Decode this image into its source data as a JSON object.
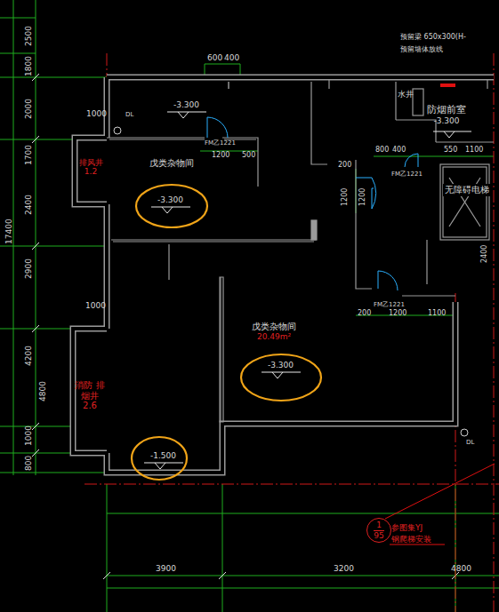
{
  "diagram": {
    "nodes": [
      {
        "text": [
          "戊类杂物间"
        ]
      },
      {
        "text": [
          "戊类杂物间",
          "20.49m²"
        ]
      },
      {
        "text": [
          "排风井",
          "1.2"
        ]
      },
      {
        "text": [
          "消防 排烟井",
          "2.6"
        ]
      },
      {
        "text": [
          "水井"
        ]
      },
      {
        "text": [
          "防烟前室",
          "-3.300"
        ]
      },
      {
        "text": [
          "无障碍电梯"
        ]
      },
      {
        "text": [
          "1",
          "95"
        ]
      }
    ],
    "labels": [
      "17400",
      "2500",
      "1800",
      "2000",
      "1700",
      "2400",
      "2900",
      "4200",
      "1000",
      "800",
      "600",
      "400",
      "预留梁 650x300(H-",
      "预留墙体放线",
      "-3.300",
      "1000",
      "DL",
      "FM乙1221",
      "1200",
      "500",
      "-3.300",
      "800",
      "400",
      "550",
      "1100",
      "FM乙1221",
      "200",
      "1200",
      "1200",
      "2400",
      "1000",
      "FM乙1221",
      "200",
      "1200",
      "1100",
      "-3.300",
      "4800",
      "-1.500",
      "DL",
      "参图集YJ",
      "钢爬梯安装",
      "3900",
      "3200",
      "4800"
    ]
  }
}
